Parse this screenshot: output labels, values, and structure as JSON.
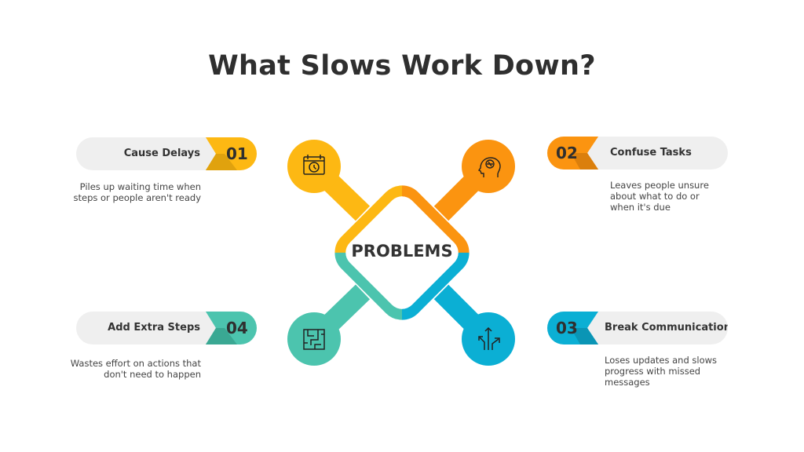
{
  "title": "What Slows Work Down?",
  "center_label": "PROBLEMS",
  "colors": {
    "yellow": "#FDB813",
    "orange": "#FB9410",
    "teal": "#4CC4AE",
    "blue": "#0BAFD4"
  },
  "items": [
    {
      "number": "01",
      "label": "Cause Delays",
      "description": "Piles up waiting time when steps or people aren't ready",
      "icon": "calendar-clock-icon"
    },
    {
      "number": "02",
      "label": "Confuse Tasks",
      "description": "Leaves people unsure about what to do or when it's due",
      "icon": "head-brain-icon"
    },
    {
      "number": "03",
      "label": "Break Communication",
      "description": "Loses updates and slows progress with missed messages",
      "icon": "diverging-arrows-icon"
    },
    {
      "number": "04",
      "label": "Add Extra Steps",
      "description": "Wastes effort on actions that don't need to happen",
      "icon": "maze-icon"
    }
  ]
}
